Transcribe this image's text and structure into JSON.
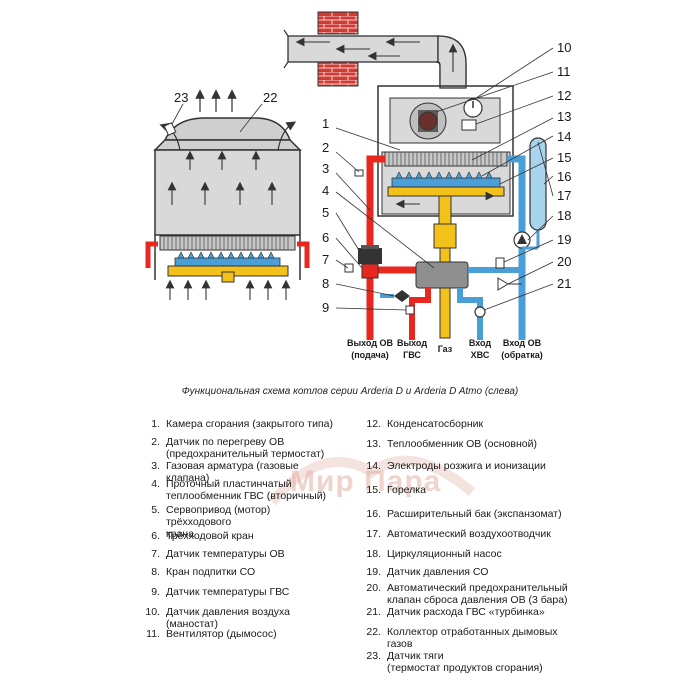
{
  "diagram": {
    "callouts": [
      "1",
      "2",
      "3",
      "4",
      "5",
      "6",
      "7",
      "8",
      "9",
      "10",
      "11",
      "12",
      "13",
      "14",
      "15",
      "16",
      "17",
      "18",
      "19",
      "20",
      "21",
      "22",
      "23"
    ],
    "bottom_labels": [
      {
        "line1": "Выход ОВ",
        "line2": "(подача)"
      },
      {
        "line1": "Выход",
        "line2": "ГВС"
      },
      {
        "line1": "Газ",
        "line2": ""
      },
      {
        "line1": "Вход",
        "line2": "ХВС"
      },
      {
        "line1": "Вход ОВ",
        "line2": "(обратка)"
      }
    ],
    "colors": {
      "supply": "#e8281e",
      "return": "#4a9fd8",
      "gas": "#f2c21b",
      "casing": "#d9d9d9",
      "brick": "#d23a32",
      "outline": "#333333"
    }
  },
  "caption": "Функциональная схема котлов серии Arderia D и Arderia D Atmo (слева)",
  "legend": [
    {
      "num": "1.",
      "text": "Камера сгорания (закрытого типа)"
    },
    {
      "num": "2.",
      "text": "Датчик по перегреву ОВ\n(предохранительный термостат)"
    },
    {
      "num": "3.",
      "text": "Газовая арматура (газовые клапана)"
    },
    {
      "num": "4.",
      "text": "Проточный пластинчатый\nтеплообменник ГВС (вторичный)"
    },
    {
      "num": "5.",
      "text": "Сервопривод (мотор) трёхходового\nкрана"
    },
    {
      "num": "6.",
      "text": "Трёхходовой кран"
    },
    {
      "num": "7.",
      "text": "Датчик температуры ОВ"
    },
    {
      "num": "8.",
      "text": "Кран подпитки СО"
    },
    {
      "num": "9.",
      "text": "Датчик температуры ГВС"
    },
    {
      "num": "10.",
      "text": "Датчик давления воздуха (маностат)"
    },
    {
      "num": "11.",
      "text": "Вентилятор (дымосос)"
    },
    {
      "num": "12.",
      "text": "Конденсатосборник"
    },
    {
      "num": "13.",
      "text": "Теплообменник ОВ (основной)"
    },
    {
      "num": "14.",
      "text": "Электроды розжига и ионизации"
    },
    {
      "num": "15.",
      "text": "Горелка"
    },
    {
      "num": "16.",
      "text": "Расширительный бак (экспанзомат)"
    },
    {
      "num": "17.",
      "text": "Автоматический воздухоотводчик"
    },
    {
      "num": "18.",
      "text": "Циркуляционный насос"
    },
    {
      "num": "19.",
      "text": "Датчик давления СО"
    },
    {
      "num": "20.",
      "text": "Автоматический предохранительный\nклапан сброса давления ОВ (3 бара)"
    },
    {
      "num": "21.",
      "text": "Датчик расхода ГВС «турбинка»"
    },
    {
      "num": "22.",
      "text": "Коллектор отработанных дымовых\nгазов"
    },
    {
      "num": "23.",
      "text": "Датчик тяги\n(термостат продуктов сгорания)"
    }
  ],
  "watermark": "Мир Пара"
}
